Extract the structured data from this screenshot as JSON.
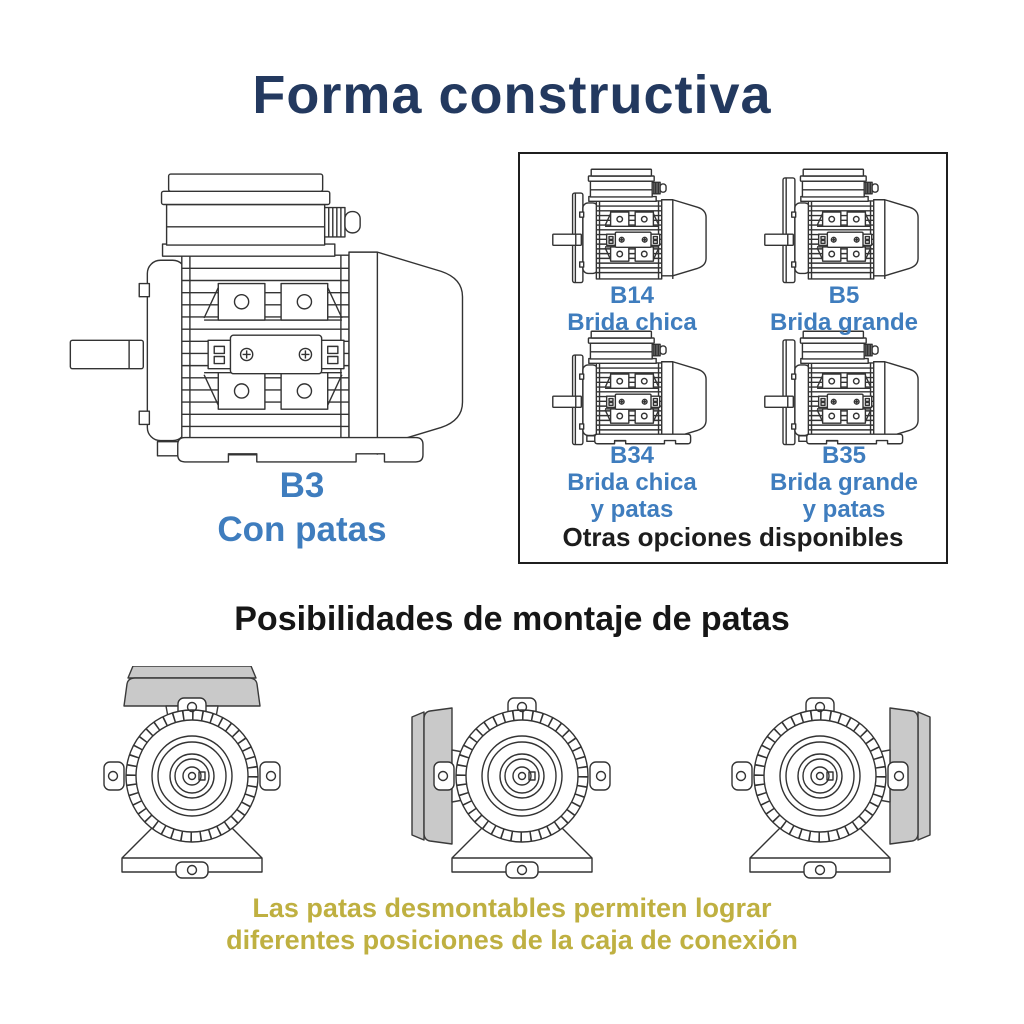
{
  "colors": {
    "title_navy": "#23395f",
    "label_blue": "#3f7dbe",
    "note_olive": "#bfb041",
    "text_black": "#1d1d1d",
    "line_art": "#333333",
    "terminal_box_gray": "#c9c9c9"
  },
  "title": "Forma constructiva",
  "main_motor": {
    "code": "B3",
    "mount": "Con patas",
    "drawing": "electric-motor-side-view-foot-mounted"
  },
  "options_box": {
    "items": [
      {
        "code": "B14",
        "line1": "Brida chica",
        "drawing": "motor-small-flange"
      },
      {
        "code": "B5",
        "line1": "Brida grande",
        "drawing": "motor-large-flange"
      },
      {
        "code": "B34",
        "line1": "Brida chica",
        "line2": "y patas",
        "drawing": "motor-small-flange-and-feet"
      },
      {
        "code": "B35",
        "line1": "Brida grande",
        "line2": "y patas",
        "drawing": "motor-large-flange-and-feet"
      }
    ],
    "footer": "Otras opciones disponibles"
  },
  "mounting": {
    "heading": "Posibilidades de montaje de patas",
    "variants": [
      {
        "drawing": "motor-front-view-terminal-box-top"
      },
      {
        "drawing": "motor-front-view-terminal-box-left"
      },
      {
        "drawing": "motor-front-view-terminal-box-right"
      }
    ],
    "note_line1": "Las patas desmontables permiten lograr",
    "note_line2": "diferentes posiciones de la caja de conexión"
  }
}
